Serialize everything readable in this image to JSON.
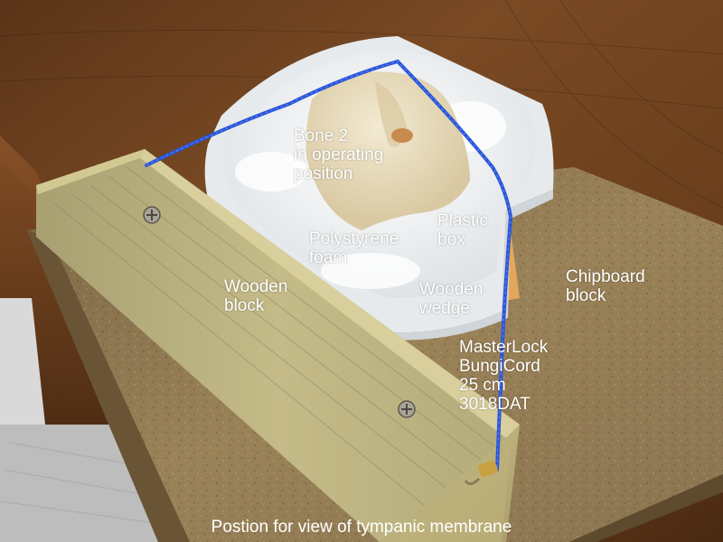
{
  "labels": {
    "bone": [
      "Bone 2",
      "in operating",
      "position"
    ],
    "plastic_box": [
      "Plastic",
      "box"
    ],
    "polystyrene": [
      "Polystyrene",
      "foam"
    ],
    "wooden_block": [
      "Wooden",
      "block"
    ],
    "wooden_wedge": [
      "Wooden",
      "wedge"
    ],
    "chipboard": [
      "Chipboard",
      "block"
    ],
    "bungee": [
      "MasterLock",
      "BungiCord",
      "25 cm",
      "3018DAT"
    ]
  },
  "caption": "Postion for view of tympanic membrane",
  "colors": {
    "label_text": "#ffffff",
    "table_wood": "#6e4220",
    "chipboard": "#a48a60",
    "pine_block": "#c9c08a",
    "plastic_box": "#e4e8ea",
    "foam": "#f4f6f8",
    "bone": "#e8dcc0",
    "cord": "#2a55d8",
    "screw": "#9a9588"
  }
}
